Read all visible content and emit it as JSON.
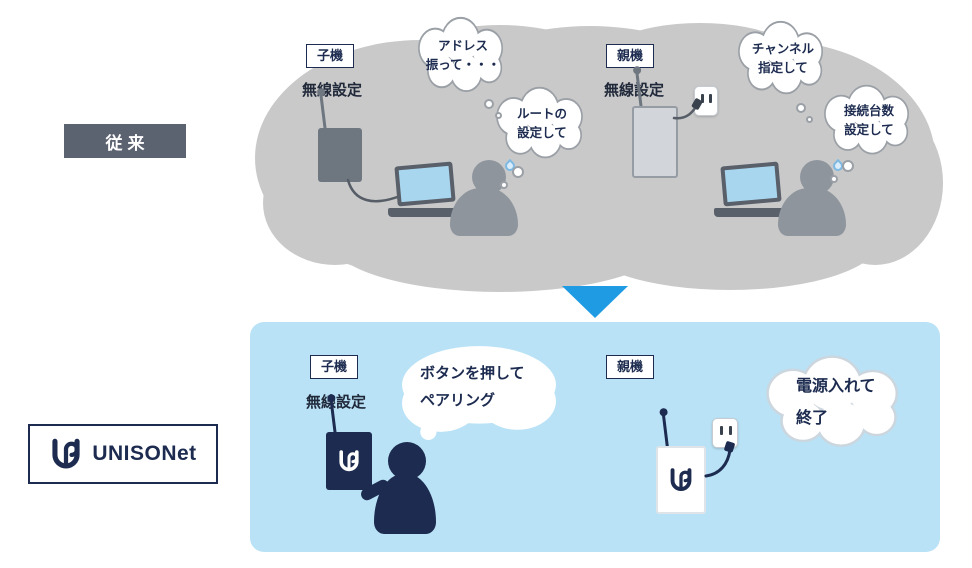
{
  "colors": {
    "navy": "#1c2b4f",
    "cloud_gray": "#c9c9c9",
    "panel_blue": "#b9e2f6",
    "arrow_blue": "#1f9be4",
    "banner_gray": "#5b6270",
    "device_gray": "#6e7680",
    "bubble_border": "#9aa0a6",
    "screen_blue": "#a9d6ef"
  },
  "conventional": {
    "banner": "従来",
    "child": {
      "tag": "子機",
      "setting": "無線設定",
      "bubble1": {
        "line1": "アドレス",
        "line2": "振って・・・"
      },
      "bubble2": {
        "line1": "ルートの",
        "line2": "設定して"
      }
    },
    "parent": {
      "tag": "親機",
      "setting": "無線設定",
      "bubble1": {
        "line1": "チャンネル",
        "line2": "指定して"
      },
      "bubble2": {
        "line1": "接続台数",
        "line2": "設定して"
      }
    }
  },
  "unisonet": {
    "brand": "UNISONet",
    "child": {
      "tag": "子機",
      "setting": "無線設定",
      "bubble": {
        "line1": "ボタンを押して",
        "line2": "ペアリング"
      }
    },
    "parent": {
      "tag": "親機",
      "bubble": {
        "line1": "電源入れて",
        "line2": "終了"
      }
    }
  }
}
